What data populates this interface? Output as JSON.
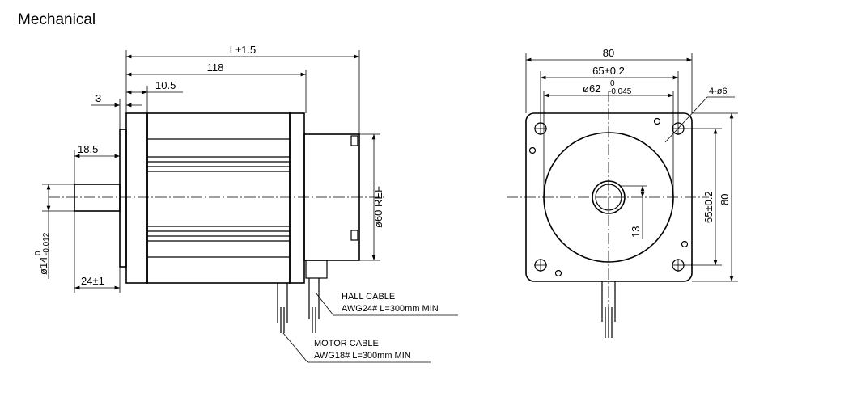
{
  "title": "Mechanical",
  "side_view": {
    "dim_length": "L±1.5",
    "dim_118": "118",
    "dim_10_5": "10.5",
    "dim_3": "3",
    "dim_18_5": "18.5",
    "dim_24": "24±1",
    "dim_shaft_main": "ø14",
    "dim_shaft_sup": "0",
    "dim_shaft_sub": "-0.012",
    "dim_ref": "ø60 REF",
    "hall_cable_name": "HALL CABLE",
    "hall_cable_spec": "AWG24# L=300mm MIN",
    "motor_cable_name": "MOTOR CABLE",
    "motor_cable_spec": "AWG18# L=300mm MIN"
  },
  "front_view": {
    "dim_80_top": "80",
    "dim_65_top": "65±0.2",
    "dim_62_main": "ø62",
    "dim_62_sup": "0",
    "dim_62_sub": "-0.045",
    "dim_holes": "4-ø6",
    "dim_13": "13",
    "dim_65_side": "65±0.2",
    "dim_80_side": "80"
  }
}
